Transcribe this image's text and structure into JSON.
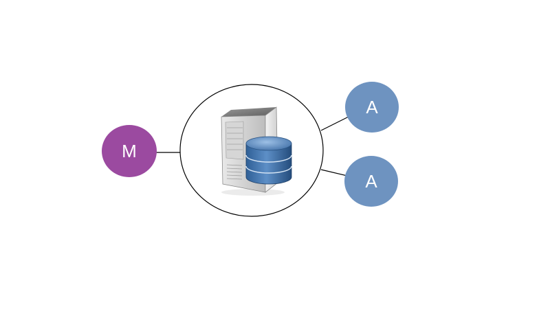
{
  "nodes": {
    "master": {
      "label": "M",
      "color": "#9b4aa0"
    },
    "agent_top": {
      "label": "A",
      "color": "#6e93c0"
    },
    "agent_bottom": {
      "label": "A",
      "color": "#6e93c0"
    }
  },
  "center": {
    "icon": "database-server-icon"
  }
}
